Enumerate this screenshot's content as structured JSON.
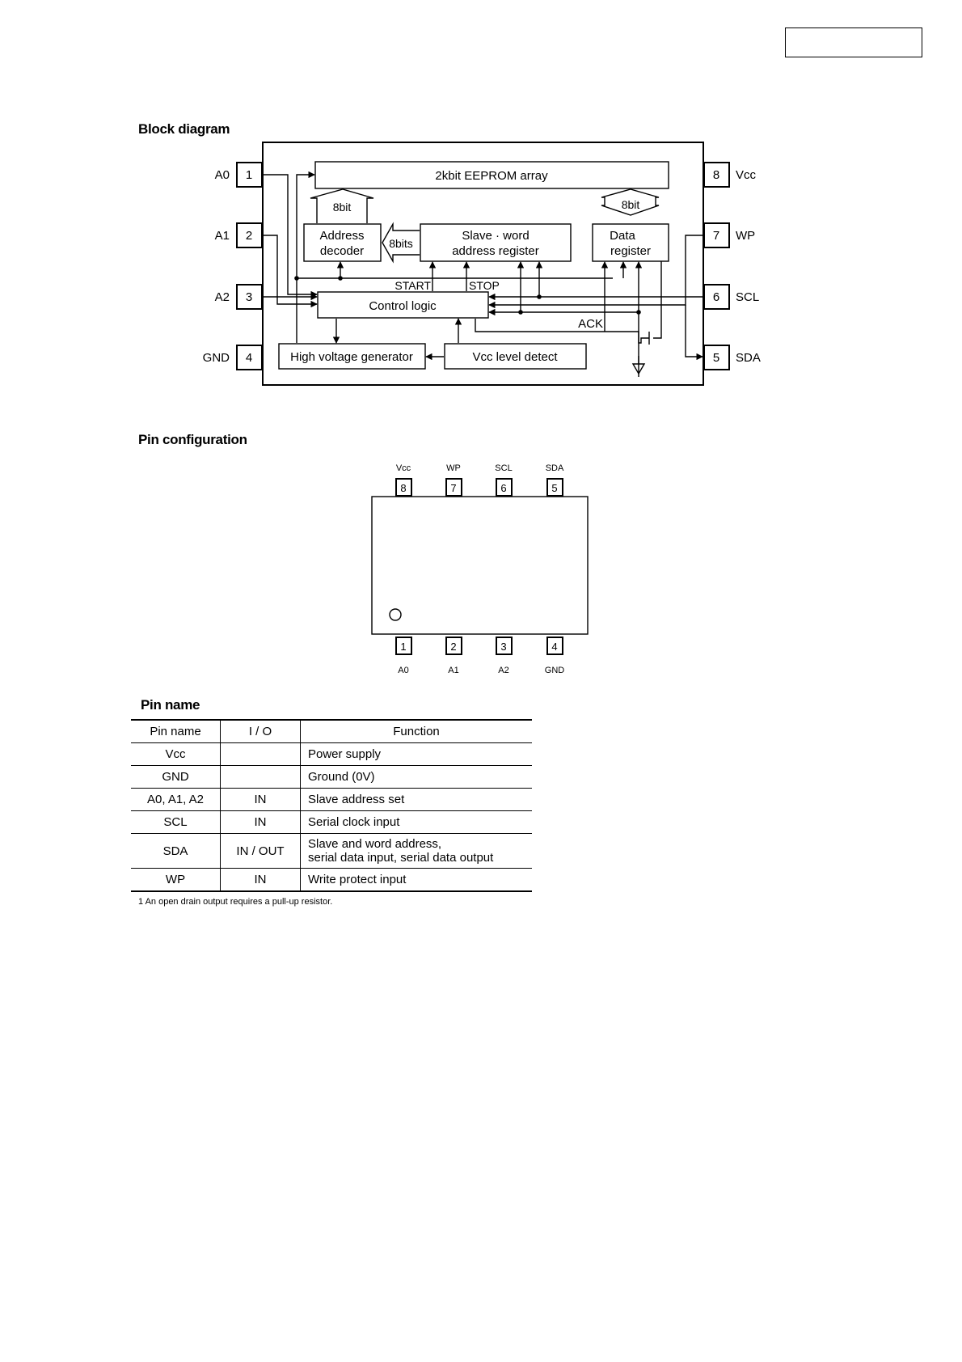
{
  "block_diagram": {
    "title": "Block diagram",
    "left_pins": [
      {
        "name": "A0",
        "num": "1"
      },
      {
        "name": "A1",
        "num": "2"
      },
      {
        "name": "A2",
        "num": "3"
      },
      {
        "name": "GND",
        "num": "4"
      }
    ],
    "right_pins": [
      {
        "name": "Vcc",
        "num": "8"
      },
      {
        "name": "WP",
        "num": "7"
      },
      {
        "name": "SCL",
        "num": "6"
      },
      {
        "name": "SDA",
        "num": "5"
      }
    ],
    "blocks": {
      "eeprom": "2kbit EEPROM array",
      "address_decoder": [
        "Address",
        "decoder"
      ],
      "slave_word": [
        "Slave · word",
        "address register"
      ],
      "data_register": [
        "Data",
        "register"
      ],
      "control_logic": "Control logic",
      "hv_gen": "High voltage generator",
      "vcc_detect": "Vcc level detect"
    },
    "labels": {
      "bus_8bit_left": "8bit",
      "bus_8bits": "8bits",
      "bus_8bit_right": "8bit",
      "start": "START",
      "stop": "STOP",
      "ack": "ACK"
    }
  },
  "pin_config": {
    "title": "Pin configuration",
    "top_pins": [
      {
        "num": "8",
        "name": "Vcc"
      },
      {
        "num": "7",
        "name": "WP"
      },
      {
        "num": "6",
        "name": "SCL"
      },
      {
        "num": "5",
        "name": "SDA"
      }
    ],
    "bottom_pins": [
      {
        "num": "1",
        "name": "A0"
      },
      {
        "num": "2",
        "name": "A1"
      },
      {
        "num": "3",
        "name": "A2"
      },
      {
        "num": "4",
        "name": "GND"
      }
    ]
  },
  "pin_name": {
    "title": "Pin name",
    "headers": [
      "Pin name",
      "I / O",
      "Function"
    ],
    "rows": [
      {
        "pin": "Vcc",
        "io": "",
        "function": [
          "Power supply"
        ]
      },
      {
        "pin": "GND",
        "io": "",
        "function": [
          "Ground (0V)"
        ]
      },
      {
        "pin": "A0, A1, A2",
        "io": "IN",
        "function": [
          "Slave address set"
        ]
      },
      {
        "pin": "SCL",
        "io": "IN",
        "function": [
          "Serial clock input"
        ]
      },
      {
        "pin": "SDA",
        "io": "IN / OUT",
        "function": [
          "Slave and word address,",
          "serial data input, serial data output"
        ]
      },
      {
        "pin": "WP",
        "io": "IN",
        "function": [
          "Write protect input"
        ]
      }
    ],
    "footnote": "1 An open drain output requires a pull-up resistor."
  }
}
